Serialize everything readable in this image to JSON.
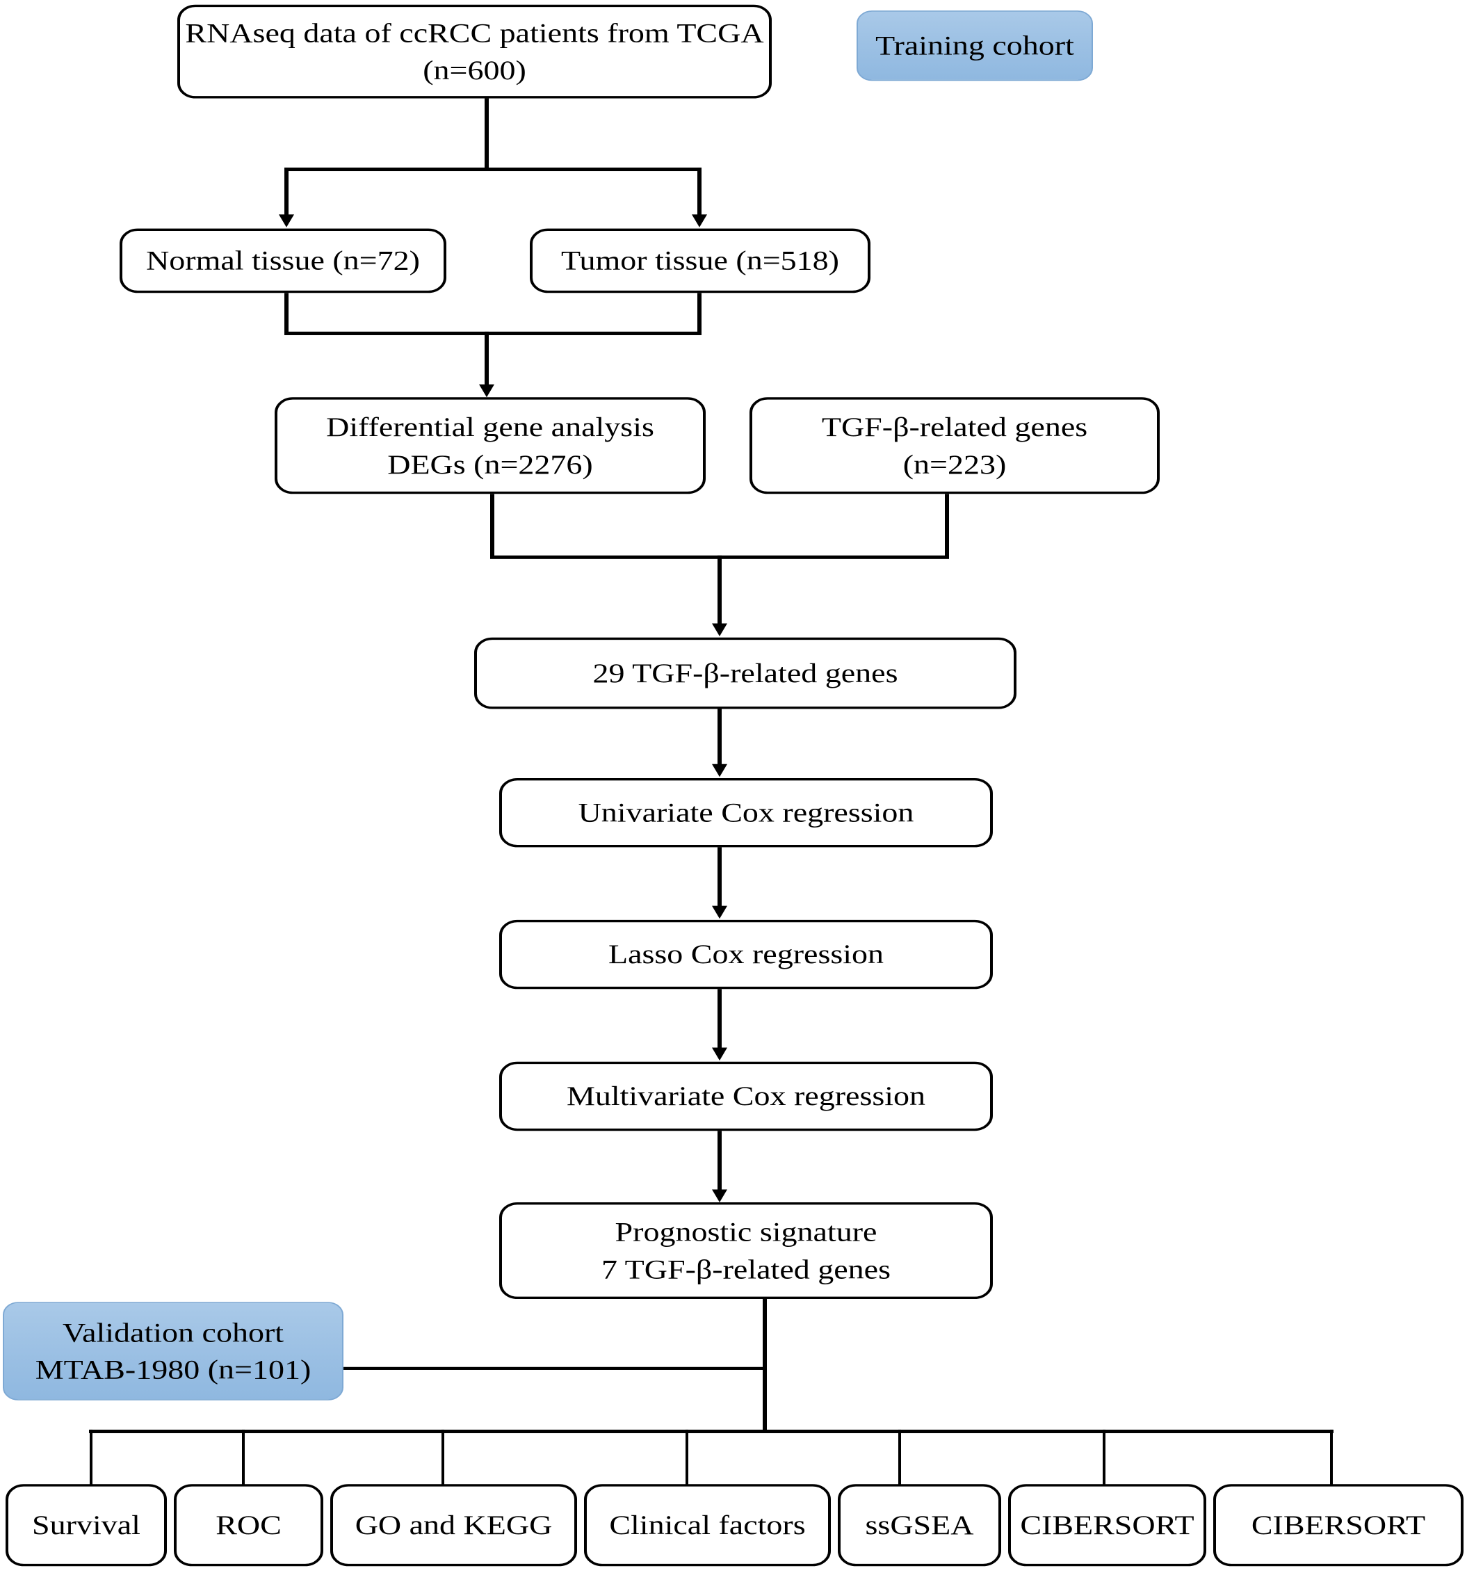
{
  "diagram": {
    "title": "ccRCC TGF-beta prognostic signature study workflow",
    "accent_blue": "#9dc1e4",
    "line_color": "#000000"
  },
  "cohort_labels": {
    "training": "Training cohort",
    "validation_line1": "Validation cohort",
    "validation_line2": "MTAB-1980 (n=101)"
  },
  "nodes": {
    "source": {
      "line1": "RNAseq data of ccRCC patients from TCGA",
      "line2": "(n=600)"
    },
    "normal_tissue": {
      "line1": "Normal tissue (n=72)"
    },
    "tumor_tissue": {
      "line1": "Tumor tissue (n=518)"
    },
    "deg": {
      "line1": "Differential gene analysis",
      "line2": "DEGs (n=2276)"
    },
    "tgf_genes": {
      "line1": "TGF-β-related genes",
      "line2": "(n=223)"
    },
    "tgf29": {
      "line1": "29 TGF-β-related genes"
    },
    "univariate": {
      "line1": "Univariate Cox regression"
    },
    "lasso": {
      "line1": "Lasso Cox regression"
    },
    "multivariate": {
      "line1": "Multivariate Cox regression"
    },
    "signature": {
      "line1": "Prognostic signature",
      "line2": "7 TGF-β-related genes"
    }
  },
  "outputs": [
    {
      "label": "Survival"
    },
    {
      "label": "ROC"
    },
    {
      "label": "GO and KEGG"
    },
    {
      "label": "Clinical factors"
    },
    {
      "label": "ssGSEA"
    },
    {
      "label": "CIBERSORT"
    },
    {
      "label": "CIBERSORT"
    }
  ]
}
